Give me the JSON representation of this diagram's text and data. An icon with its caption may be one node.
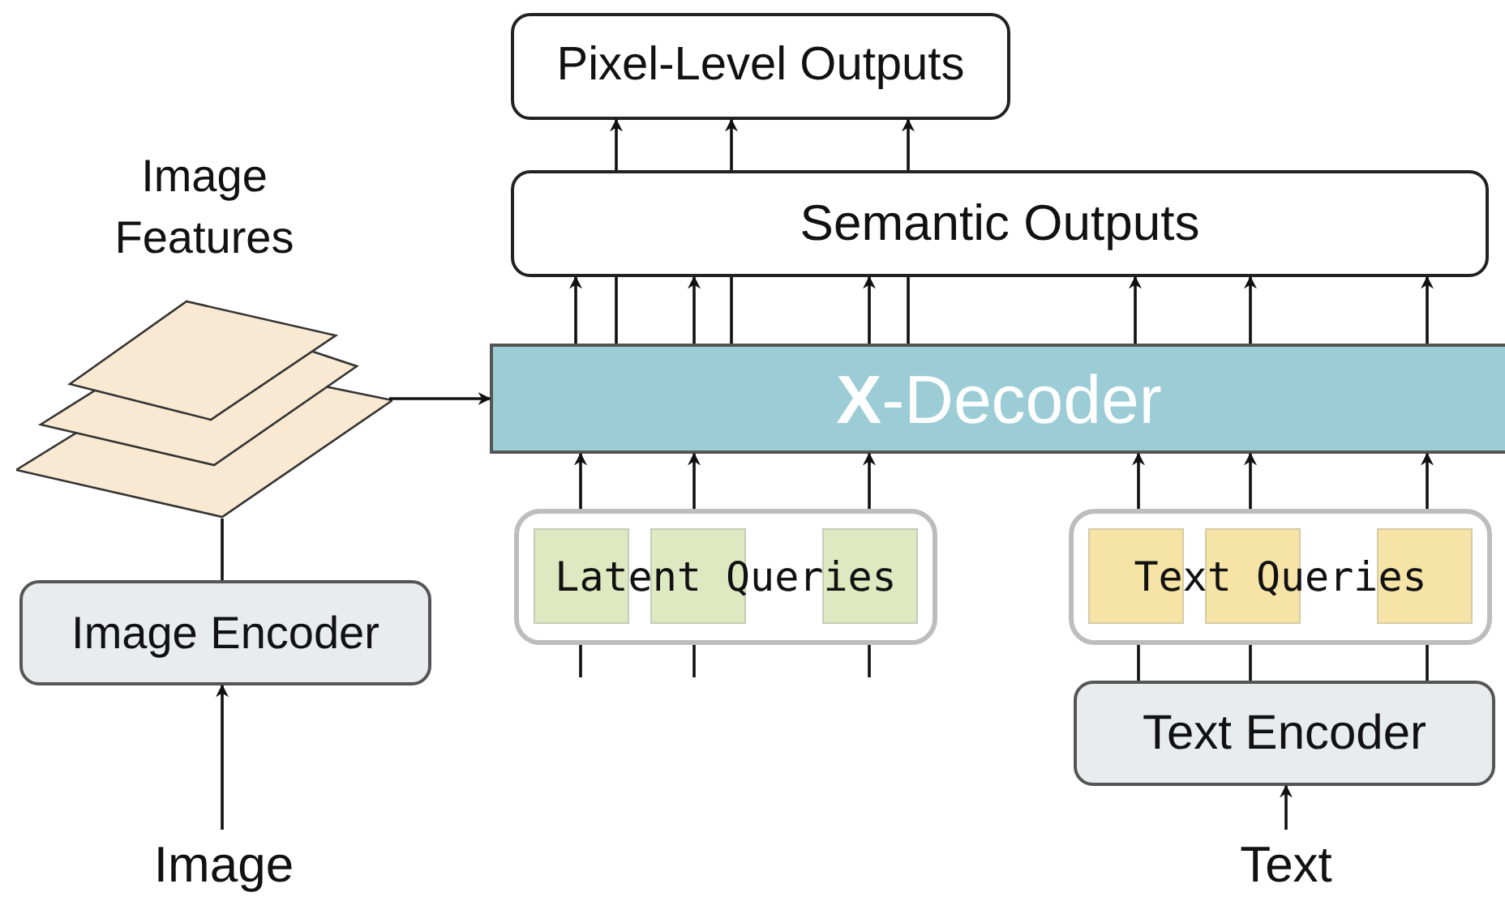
{
  "diagram": {
    "nodes": [
      {
        "text": [
          "Pixel-Level Outputs"
        ]
      },
      {
        "text": [
          "Semantic Outputs"
        ]
      },
      {
        "text": [
          "**X**-Decoder"
        ]
      },
      {
        "text": [
          "Latent Queries"
        ]
      },
      {
        "text": [
          "Text Queries"
        ]
      },
      {
        "text": [
          "Image Features"
        ]
      },
      {
        "text": [
          "Image Encoder"
        ]
      },
      {
        "text": [
          "Text Encoder"
        ]
      },
      {
        "text": [
          "Image"
        ]
      },
      {
        "text": [
          "Text"
        ]
      }
    ],
    "edges": [
      {
        "from": 8,
        "to": 6,
        "arrow": "to"
      },
      {
        "from": 6,
        "to": 5,
        "arrow": "none"
      },
      {
        "from": 5,
        "to": 2,
        "arrow": "to"
      },
      {
        "from": 3,
        "to": 2,
        "arrow": "to"
      },
      {
        "from": 3,
        "to": 2,
        "arrow": "to"
      },
      {
        "from": 3,
        "to": 2,
        "arrow": "to"
      },
      {
        "from": 4,
        "to": 2,
        "arrow": "to"
      },
      {
        "from": 4,
        "to": 2,
        "arrow": "to"
      },
      {
        "from": 4,
        "to": 2,
        "arrow": "to"
      },
      {
        "from": null,
        "to": 3,
        "arrow": "none"
      },
      {
        "from": null,
        "to": 3,
        "arrow": "none"
      },
      {
        "from": null,
        "to": 3,
        "arrow": "none"
      },
      {
        "from": 7,
        "to": 4,
        "arrow": "none"
      },
      {
        "from": 7,
        "to": 4,
        "arrow": "none"
      },
      {
        "from": 7,
        "to": 4,
        "arrow": "none"
      },
      {
        "from": 9,
        "to": 7,
        "arrow": "to"
      },
      {
        "from": 2,
        "to": 1,
        "arrow": "to"
      },
      {
        "from": 2,
        "to": 1,
        "arrow": "to"
      },
      {
        "from": 2,
        "to": 1,
        "arrow": "to"
      },
      {
        "from": 2,
        "to": 1,
        "arrow": "to"
      },
      {
        "from": 2,
        "to": 1,
        "arrow": "to"
      },
      {
        "from": 2,
        "to": 1,
        "arrow": "to"
      },
      {
        "from": 2,
        "to": 1,
        "arrow": "none"
      },
      {
        "from": 2,
        "to": 1,
        "arrow": "none"
      },
      {
        "from": 2,
        "to": 1,
        "arrow": "none"
      },
      {
        "from": 1,
        "to": 0,
        "arrow": "to"
      },
      {
        "from": 1,
        "to": 0,
        "arrow": "to"
      },
      {
        "from": 1,
        "to": 0,
        "arrow": "to"
      }
    ]
  }
}
